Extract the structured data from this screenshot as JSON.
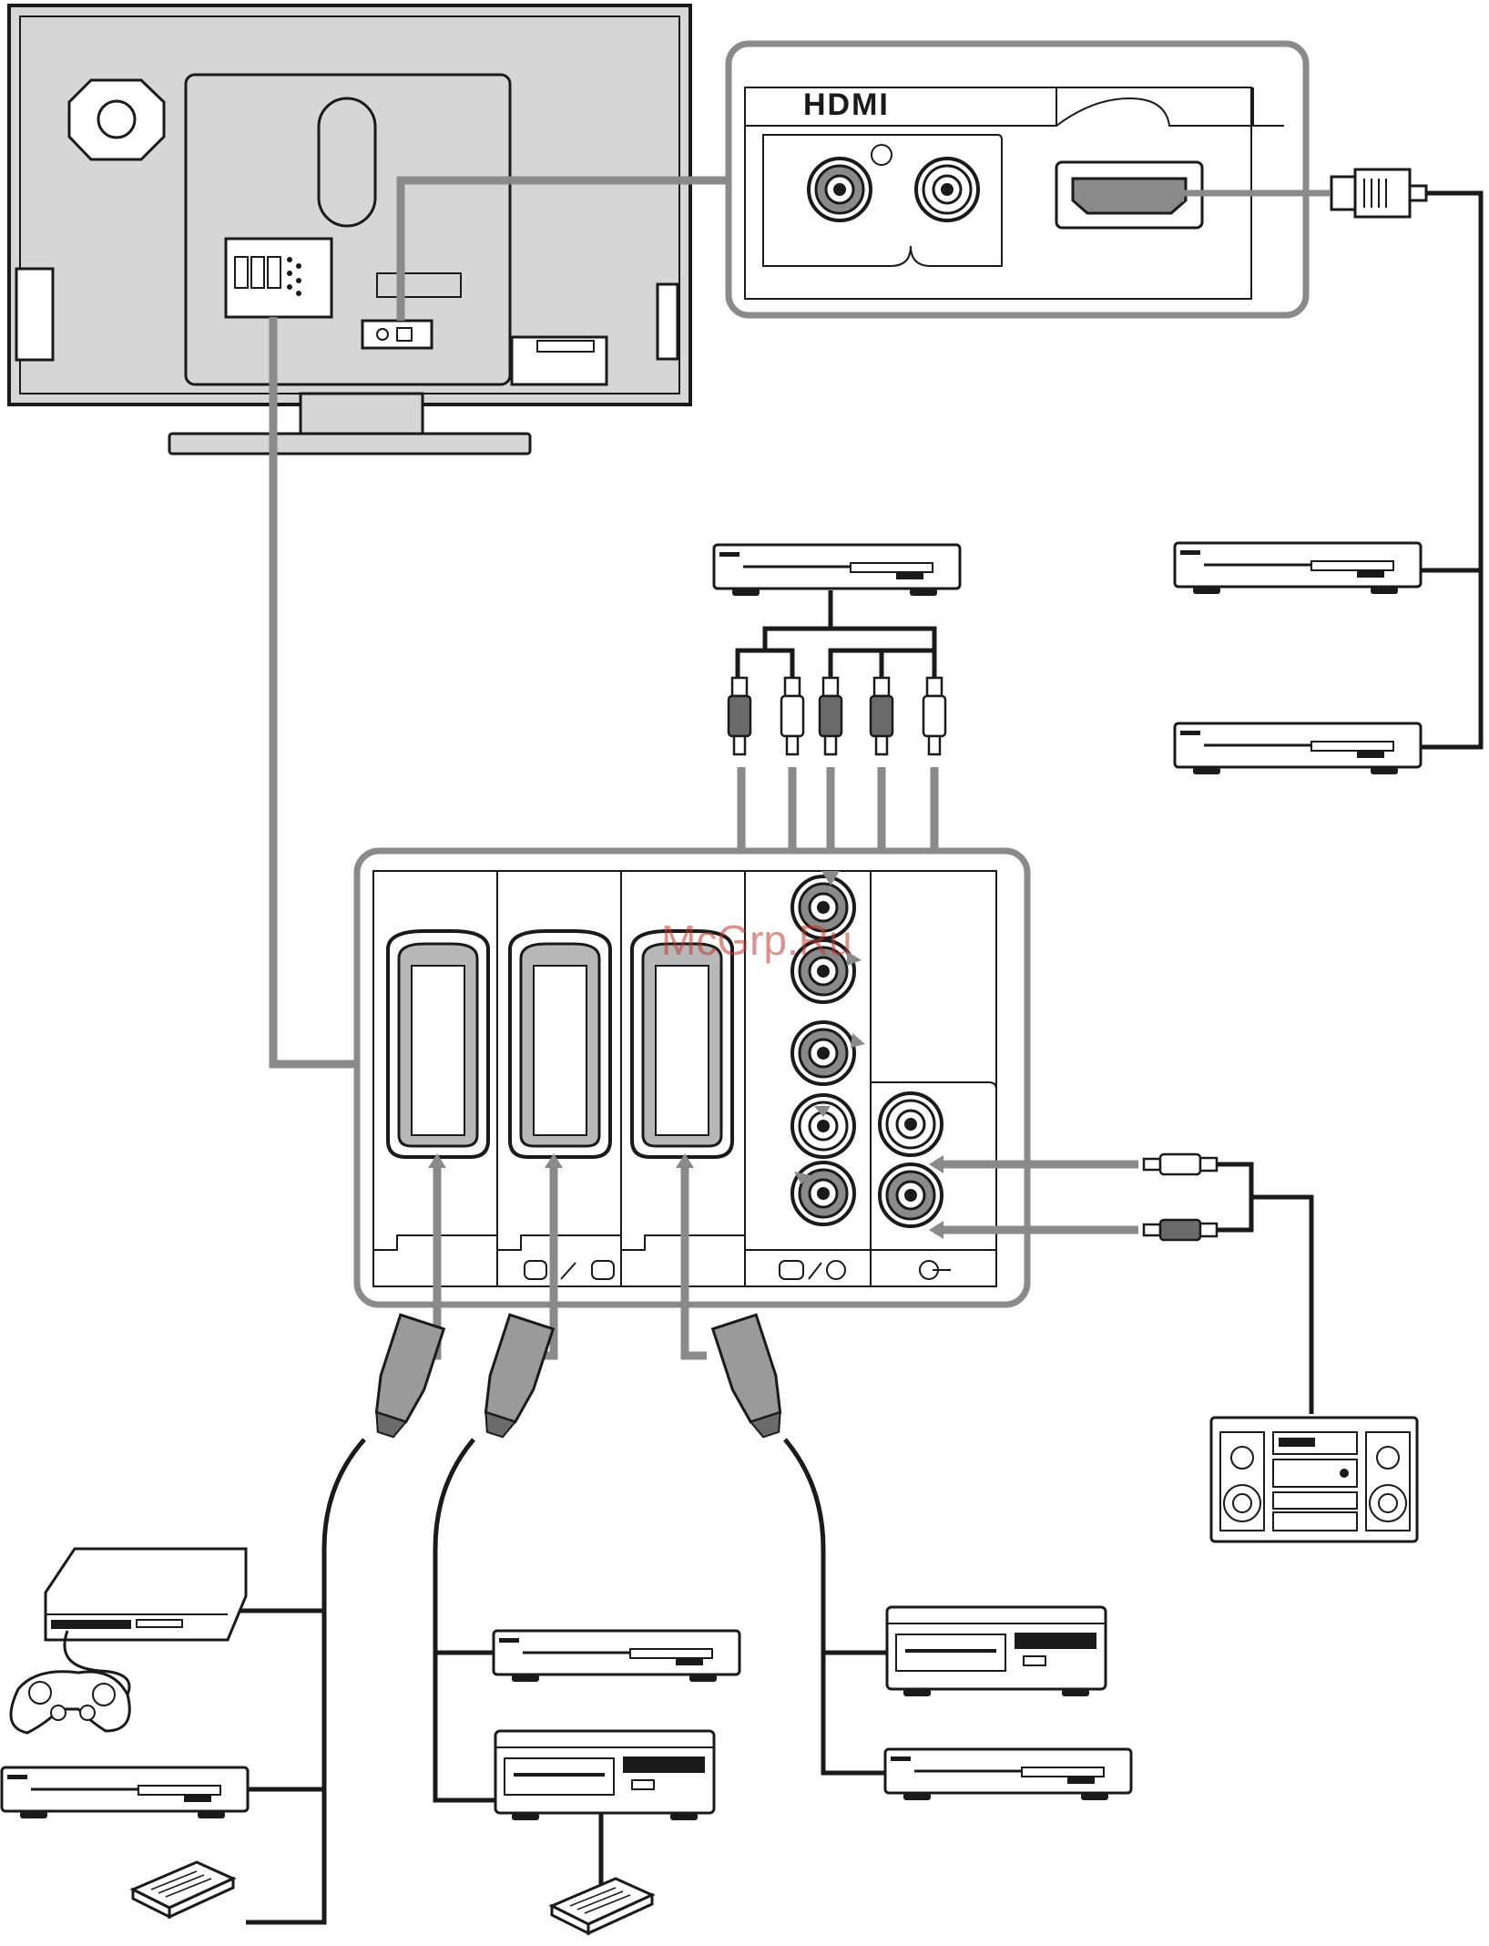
{
  "hdmi_panel": {
    "logo": "HDMI"
  },
  "watermark": "McGrp.Ru",
  "labels": {
    "scart_label": "",
    "rca_label": "",
    "out_label": ""
  },
  "icons": [
    "tv-back",
    "hdmi-port",
    "scart-port",
    "rca-port",
    "dvd-player",
    "game-console",
    "gamepad",
    "vcr",
    "set-top-box",
    "stereo-system",
    "scart-plug",
    "rca-plug",
    "hdmi-plug"
  ],
  "colors": {
    "cable_gray": "#8a8a8a",
    "line_black": "#1a1a1a",
    "tv_body": "#d6d6d6"
  }
}
